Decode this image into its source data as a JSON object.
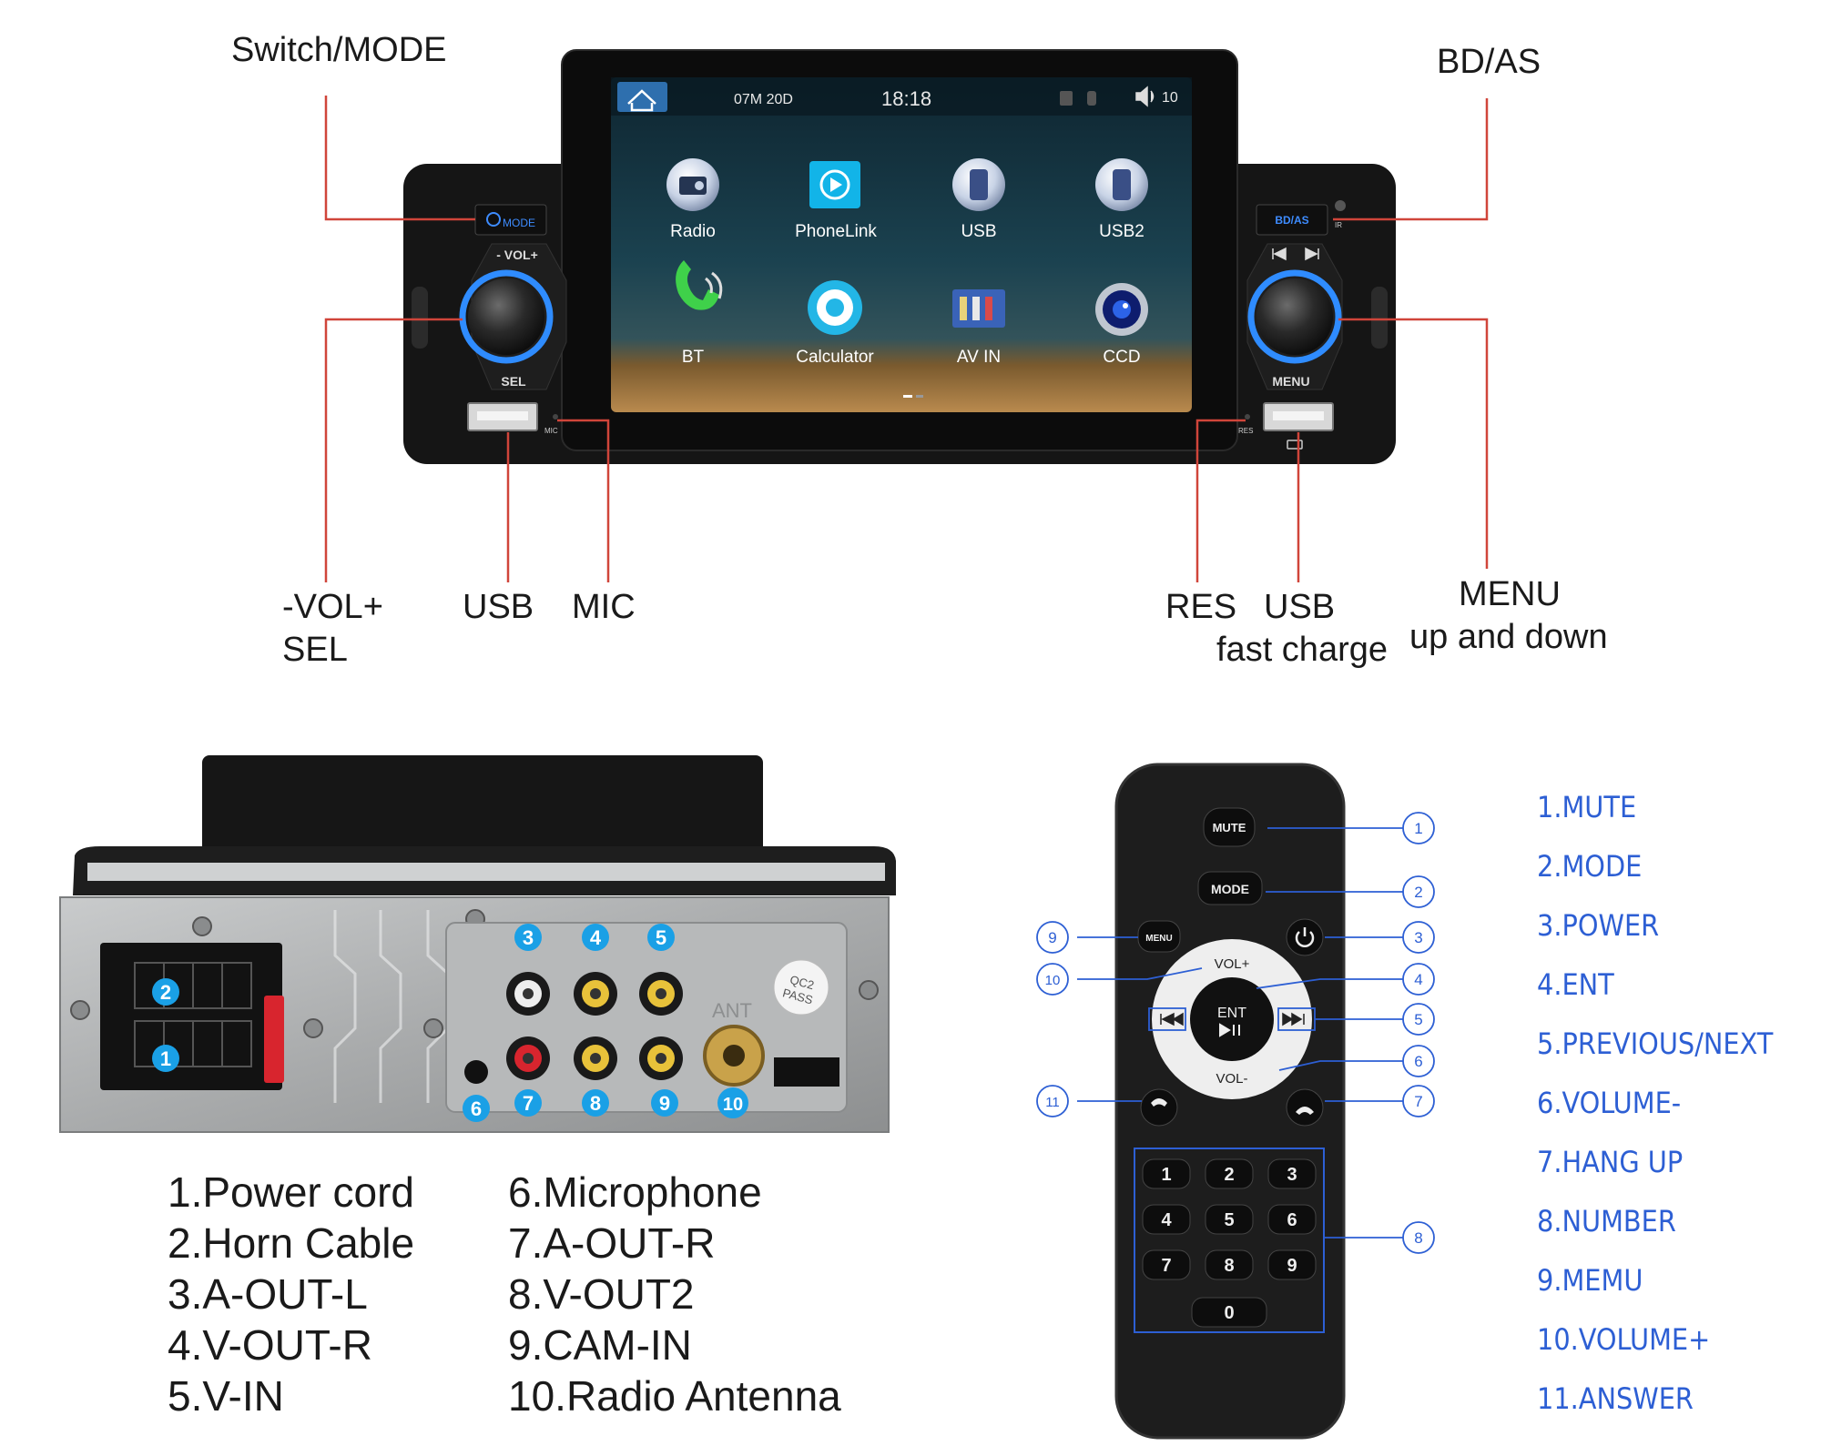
{
  "front": {
    "callouts": {
      "switch_mode": "Switch/MODE",
      "bd_as": "BD/AS",
      "vol": "-VOL+",
      "sel": "SEL",
      "usb_left": "USB",
      "mic": "MIC",
      "res": "RES",
      "usb_right": "USB",
      "fast_charge": "fast charge",
      "menu": "MENU",
      "up_down": "up and down"
    },
    "panel_text": {
      "mode_button": "MODE",
      "vol_label": "- VOL+",
      "sel_label": "SEL",
      "bdas_button": "BD/AS",
      "menu_label": "MENU",
      "mic_mark": "MIC",
      "res_mark": "RES",
      "ir_mark": "IR"
    },
    "screen": {
      "date": "07M 20D",
      "time": "18:18",
      "volume": "10",
      "apps": [
        {
          "label": "Radio",
          "icon": "radio-icon"
        },
        {
          "label": "PhoneLink",
          "icon": "phonelink-icon"
        },
        {
          "label": "USB",
          "icon": "usb-icon"
        },
        {
          "label": "USB2",
          "icon": "usb2-icon"
        },
        {
          "label": "BT",
          "icon": "bt-phone-icon"
        },
        {
          "label": "Calculator",
          "icon": "calculator-icon"
        },
        {
          "label": "AV IN",
          "icon": "av-in-icon"
        },
        {
          "label": "CCD",
          "icon": "camera-icon"
        }
      ]
    }
  },
  "rear": {
    "ports": [
      "1",
      "2",
      "3",
      "4",
      "5",
      "6",
      "7",
      "8",
      "9",
      "10"
    ],
    "printed": {
      "ant": "ANT",
      "qc2": "QC2",
      "pass": "PASS"
    },
    "legend_left": [
      "1.Power cord",
      "2.Horn Cable",
      "3.A-OUT-L",
      "4.V-OUT-R",
      "5.V-IN"
    ],
    "legend_right": [
      "6.Microphone",
      "7.A-OUT-R",
      "8.V-OUT2",
      "9.CAM-IN",
      "10.Radio Antenna"
    ]
  },
  "remote": {
    "buttons": {
      "mute": "MUTE",
      "mode": "MODE",
      "menu": "MENU",
      "vol_up": "VOL+",
      "vol_down": "VOL-",
      "ent": "ENT",
      "keys": [
        "1",
        "2",
        "3",
        "4",
        "5",
        "6",
        "7",
        "8",
        "9",
        "0"
      ]
    },
    "callout_numbers": [
      "1",
      "2",
      "3",
      "4",
      "5",
      "6",
      "7",
      "8",
      "9",
      "10",
      "11"
    ],
    "legend": [
      "1.MUTE",
      "2.MODE",
      "3.POWER",
      "4.ENT",
      "5.PREVIOUS/NEXT",
      "6.VOLUME-",
      "7.HANG UP",
      "8.NUMBER",
      "9.MEMU",
      "10.VOLUME+",
      "11.ANSWER"
    ]
  },
  "colors": {
    "callout_line": "#d0453a",
    "remote_line": "#2d5fd4",
    "badge": "#1aa0e6",
    "knob_ring": "#2f8cff"
  }
}
